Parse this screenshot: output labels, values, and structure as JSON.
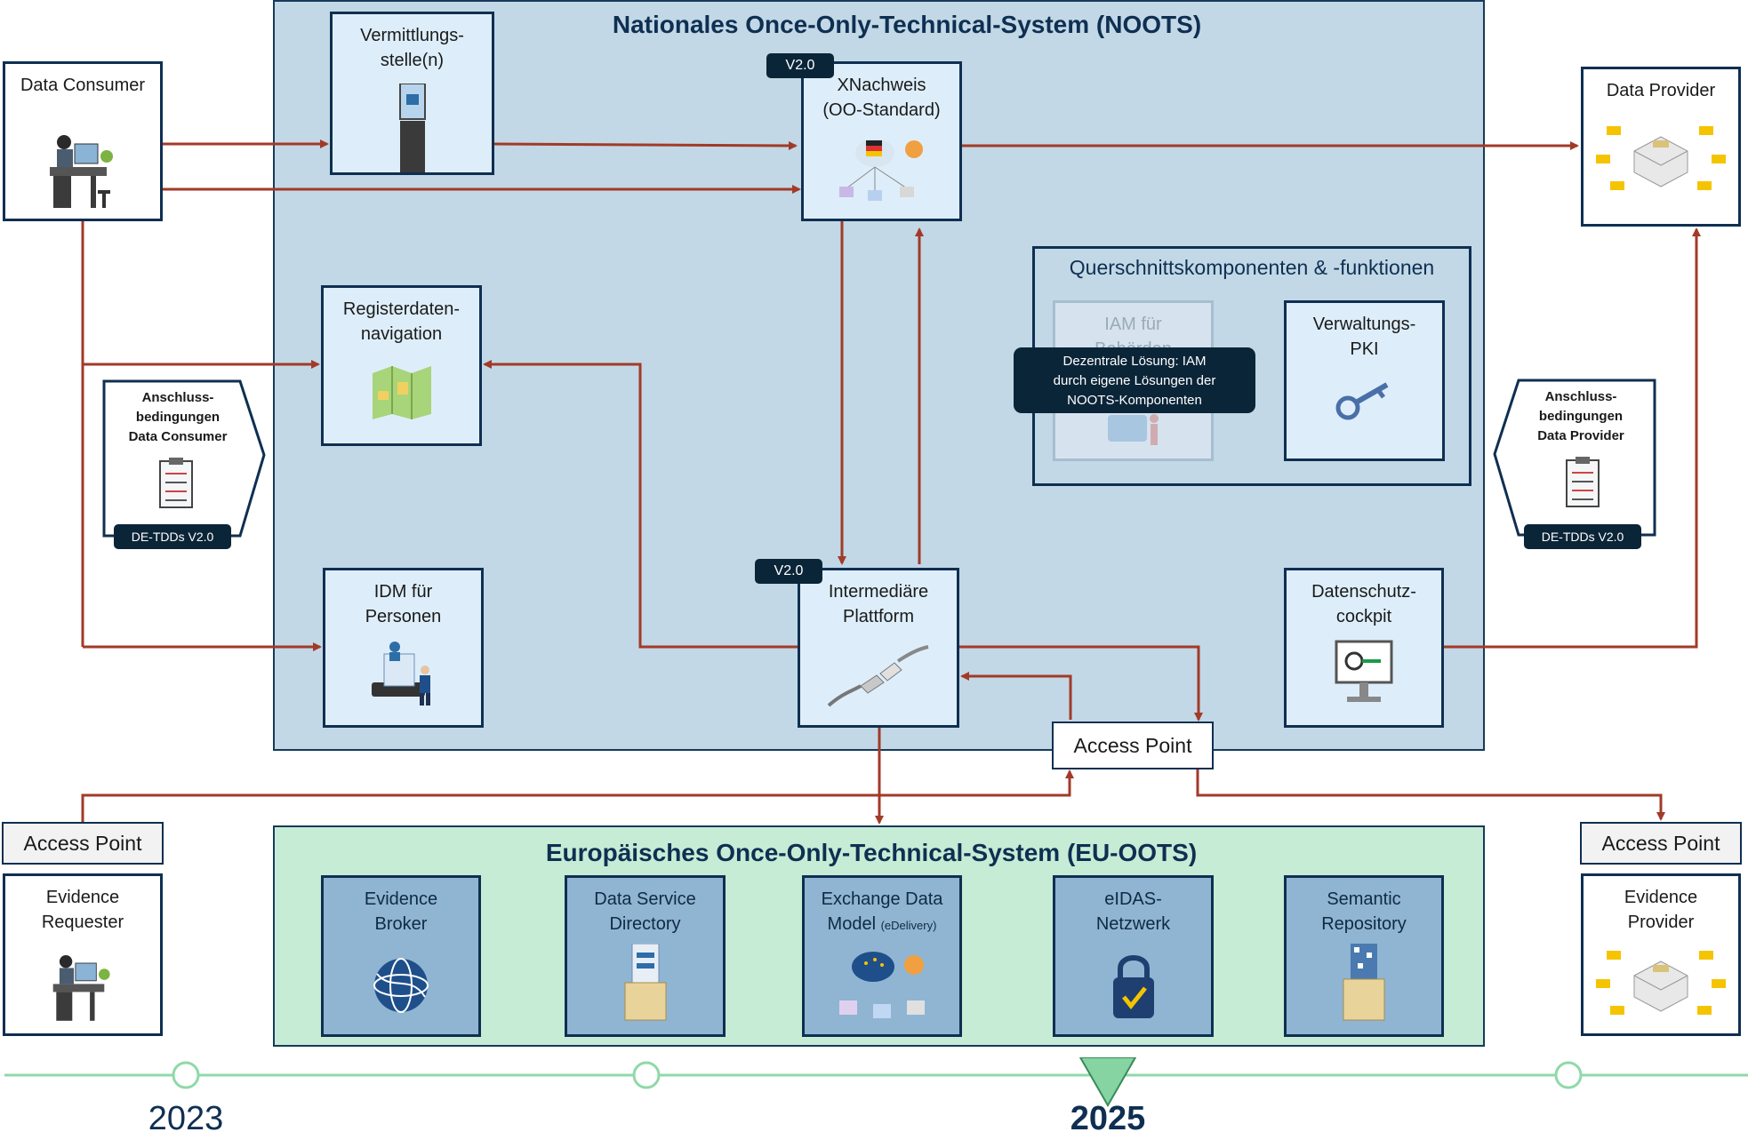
{
  "noots": {
    "title": "Nationales Once-Only-Technical-System (NOOTS)",
    "vermittlungsstelle": "Vermittlungs-stelle(n)",
    "vermittlungsstelle_l1": "Vermittlungs-",
    "vermittlungsstelle_l2": "stelle(n)",
    "xnachweis_l1": "XNachweis",
    "xnachweis_l2": "(OO-Standard)",
    "xnachweis_version": "V2.0",
    "registerdaten_l1": "Registerdaten-",
    "registerdaten_l2": "navigation",
    "idm_l1": "IDM für",
    "idm_l2": "Personen",
    "intermediaere_l1": "Intermediäre",
    "intermediaere_l2": "Plattform",
    "intermediaere_version": "V2.0",
    "datenschutz_l1": "Datenschutz-",
    "datenschutz_l2": "cockpit",
    "access_point": "Access Point",
    "querschnitt": {
      "title": "Querschnittskomponenten & -funktionen",
      "iam_l1": "IAM für",
      "iam_l2": "Behörden",
      "pki_l1": "Verwaltungs-",
      "pki_l2": "PKI",
      "tooltip_l1": "Dezentrale Lösung: IAM",
      "tooltip_l2": "durch eigene Lösungen der",
      "tooltip_l3": "NOOTS-Komponenten"
    }
  },
  "left": {
    "data_consumer": "Data Consumer",
    "anschluss_l1": "Anschluss-",
    "anschluss_l2": "bedingungen",
    "anschluss_l3": "Data Consumer",
    "tdds": "DE-TDDs V2.0",
    "access_point": "Access Point",
    "evidence_l1": "Evidence",
    "evidence_l2": "Requester"
  },
  "right": {
    "data_provider": "Data Provider",
    "anschluss_l1": "Anschluss-",
    "anschluss_l2": "bedingungen",
    "anschluss_l3": "Data Provider",
    "tdds": "DE-TDDs V2.0",
    "access_point": "Access Point",
    "evidence_l1": "Evidence",
    "evidence_l2": "Provider"
  },
  "eu": {
    "title": "Europäisches Once-Only-Technical-System (EU-OOTS)",
    "broker_l1": "Evidence",
    "broker_l2": "Broker",
    "dsd_l1": "Data Service",
    "dsd_l2": "Directory",
    "edm_l1": "Exchange Data",
    "edm_l2": "Model",
    "edm_sub": "(eDelivery)",
    "eidas_l1": "eIDAS-",
    "eidas_l2": "Netzwerk",
    "semantic_l1": "Semantic",
    "semantic_l2": "Repository"
  },
  "timeline": {
    "year_2023": "2023",
    "year_2025": "2025"
  },
  "colors": {
    "arrow": "#a23a28",
    "noots_bg": "#c2d8e6",
    "eu_bg": "#c6ecd5",
    "navy": "#0f2f52",
    "timeline": "#8fd9a8"
  }
}
